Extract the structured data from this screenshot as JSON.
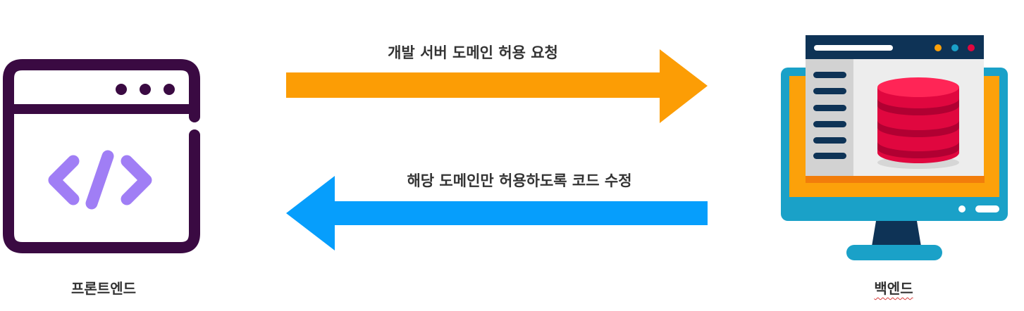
{
  "arrows": {
    "request": {
      "label": "개발 서버 도메인 허용 요청",
      "color": "#fc9d05"
    },
    "response": {
      "label": "해당 도메인만 허용하도록 코드 수정",
      "color": "#069efc"
    }
  },
  "nodes": {
    "frontend": {
      "label": "프론트엔드",
      "icon": "code-window-icon"
    },
    "backend": {
      "label": "백엔드",
      "icon": "database-monitor-icon"
    }
  },
  "colors": {
    "frontend_outline": "#3a0a42",
    "code_brackets": "#a07ef5",
    "monitor_frame": "#1aa1c8",
    "monitor_screen": "#fca10a",
    "app_header": "#0e3356",
    "database": "#e0073f"
  }
}
